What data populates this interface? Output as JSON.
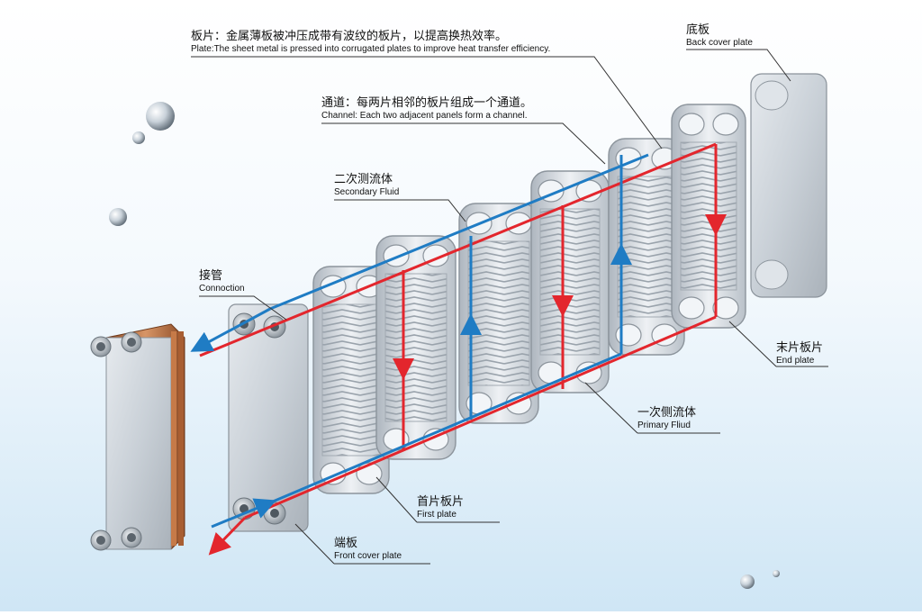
{
  "labels": {
    "plate": {
      "cn": "板片：金属薄板被冲压成带有波纹的板片，以提高换热效率。",
      "en": "Plate:The sheet metal is pressed into corrugated plates to improve heat transfer efficiency."
    },
    "channel": {
      "cn": "通道：每两片相邻的板片组成一个通道。",
      "en": "Channel: Each two adjacent panels form a channel."
    },
    "secondary_fluid": {
      "cn": "二次测流体",
      "en": "Secondary  Fluid"
    },
    "connection": {
      "cn": "接管",
      "en": "Connoction"
    },
    "back_cover_plate": {
      "cn": "底板",
      "en": "Back cover plate"
    },
    "end_plate": {
      "cn": "末片板片",
      "en": "End plate"
    },
    "primary_fluid": {
      "cn": "一次侧流体",
      "en": "Primary Fliud"
    },
    "first_plate": {
      "cn": "首片板片",
      "en": "First plate"
    },
    "front_cover_plate": {
      "cn": "端板",
      "en": "Front cover plate"
    }
  },
  "colors": {
    "hot_flow": "#e3262d",
    "cold_flow": "#1f7cc4",
    "plate_frame": "#c6cbd2",
    "copper": "#b56a3c"
  }
}
